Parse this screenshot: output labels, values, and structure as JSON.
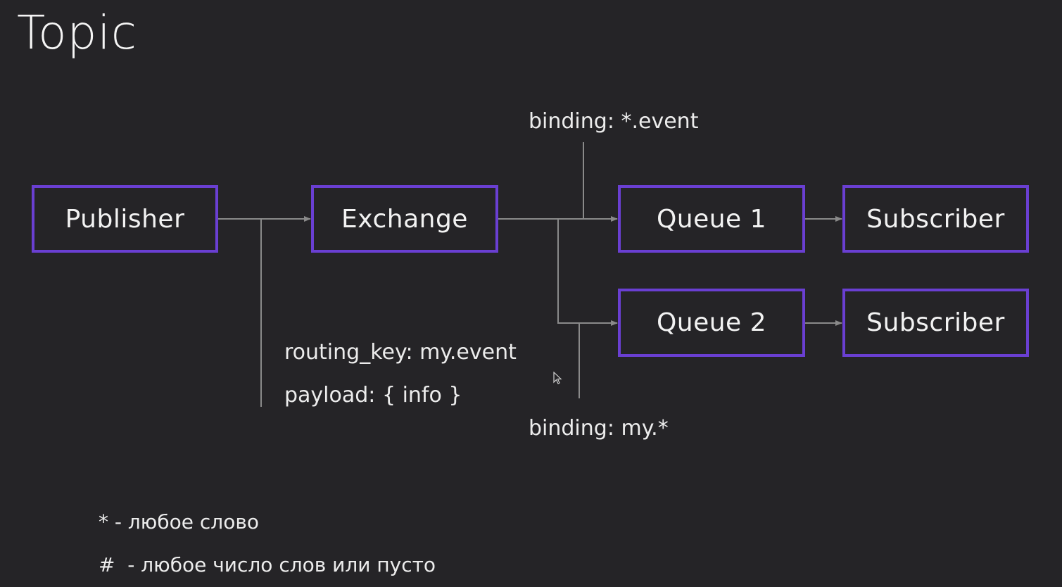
{
  "title": "Topic",
  "nodes": {
    "publisher": "Publisher",
    "exchange": "Exchange",
    "queue1": "Queue 1",
    "queue2": "Queue 2",
    "subscriber1": "Subscriber",
    "subscriber2": "Subscriber"
  },
  "labels": {
    "binding_top": "binding: *.event",
    "routing_key": "routing_key: my.event",
    "payload": "payload: { info }",
    "binding_bottom": "binding: my.*"
  },
  "legend": {
    "star": "* - любое слово",
    "hash": "#  - любое число слов или пусто"
  },
  "colors": {
    "background": "#252427",
    "node_border": "#6a3fd2",
    "line": "#8a8a8a",
    "text": "#f2f2f2"
  }
}
